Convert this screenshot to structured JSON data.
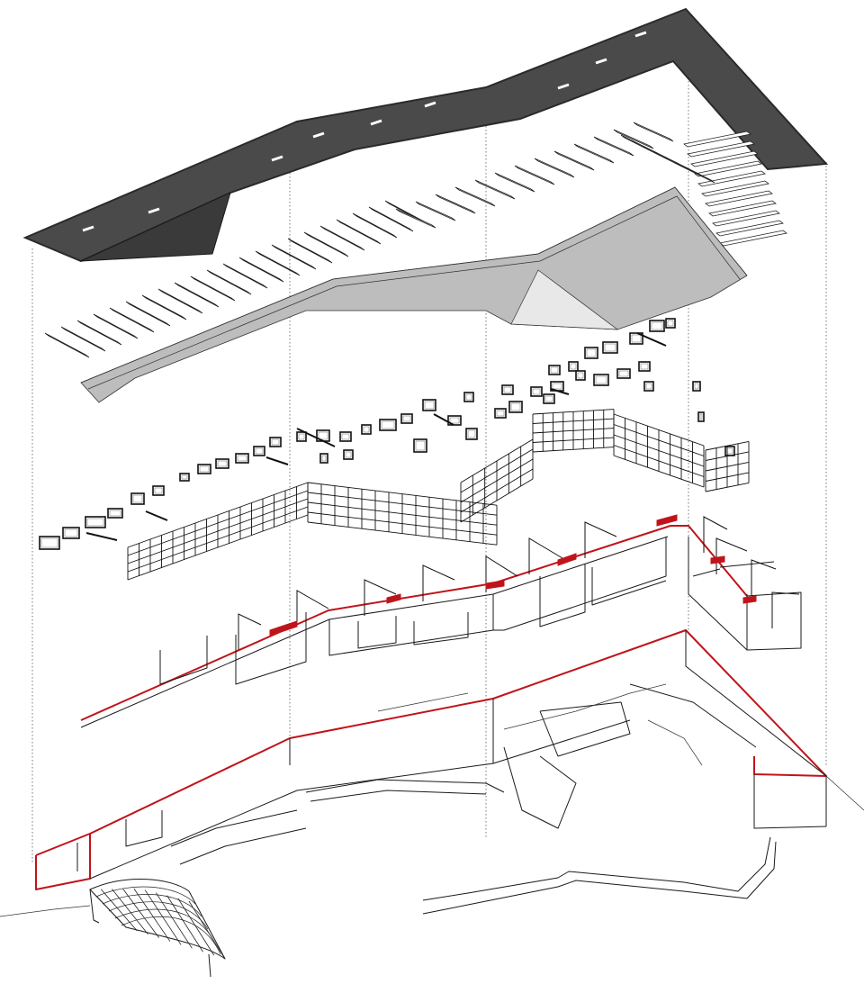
{
  "figure": {
    "kind": "exploded axonometric architectural diagram",
    "colors": {
      "roof": "#4a4a4a",
      "roof_edge": "#2a2a2a",
      "ceiling": "#bdbdbd",
      "line": "#1a1a1a",
      "cut_highlight": "#c0141b",
      "background": "#ffffff"
    },
    "layers": [
      {
        "id": "roof-layer"
      },
      {
        "id": "roof-beams-layer"
      },
      {
        "id": "ceiling-layer"
      },
      {
        "id": "windows-layer"
      },
      {
        "id": "glazing-layer"
      },
      {
        "id": "upper-walls-layer"
      },
      {
        "id": "lower-level-layer"
      },
      {
        "id": "ground-layer"
      }
    ]
  }
}
